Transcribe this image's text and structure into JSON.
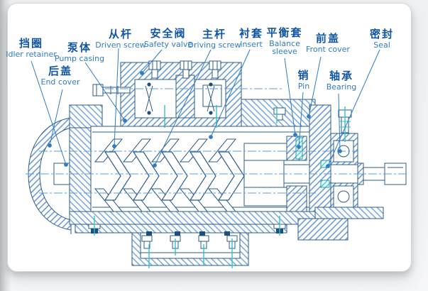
{
  "diagram": {
    "kind": "three-screw-pump-cross-section",
    "colors": {
      "label_chinese": "#1256a2",
      "label_english": "#2e7cc4",
      "outline": "#2b5c8a",
      "hatch_blue": "#6f9fd8",
      "accent_teal": "#35c0c8",
      "centerline": "#5c9ad8",
      "leader": "#2e7cc4",
      "dark_fastener": "#1c4f7c",
      "card_background": "#ffffff"
    },
    "labels": [
      {
        "id": "idler-retainer",
        "zh": "挡圈",
        "en": "Idler retainer"
      },
      {
        "id": "pump-casing",
        "zh": "泵体",
        "en": "Pump casing"
      },
      {
        "id": "end-cover",
        "zh": "后盖",
        "en": "End cover"
      },
      {
        "id": "driven-screw",
        "zh": "从杆",
        "en": "Driven screw"
      },
      {
        "id": "safety-valve",
        "zh": "安全阀",
        "en": "Safety valve"
      },
      {
        "id": "driving-screw",
        "zh": "主杆",
        "en": "Driving screw"
      },
      {
        "id": "insert",
        "zh": "衬套",
        "en": "Insert"
      },
      {
        "id": "balance-sleeve",
        "zh": "平衡套",
        "en": "Balance sleeve"
      },
      {
        "id": "front-cover",
        "zh": "前盖",
        "en": "Front cover"
      },
      {
        "id": "seal",
        "zh": "密封",
        "en": "Seal"
      },
      {
        "id": "pin",
        "zh": "销",
        "en": "Pin"
      },
      {
        "id": "bearing",
        "zh": "轴承",
        "en": "Bearing"
      }
    ]
  }
}
